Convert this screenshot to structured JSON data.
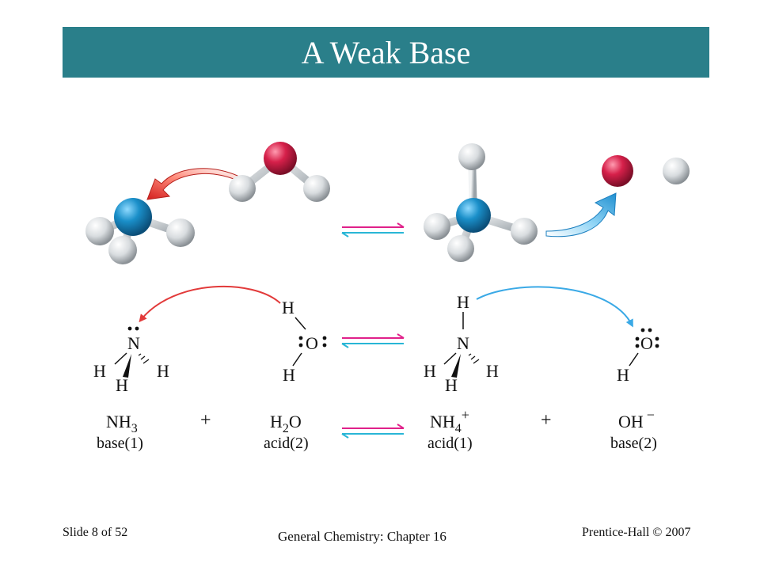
{
  "slide": {
    "title": "A Weak Base"
  },
  "lewis": {
    "N": "N",
    "O": "O",
    "H": "H"
  },
  "equation": {
    "reactant1": {
      "formula": "NH",
      "sub": "3",
      "sup": "",
      "label": "base(1)"
    },
    "reactant2": {
      "formula_pre": "H",
      "sub": "2",
      "formula_post": "O",
      "label": "acid(2)"
    },
    "product1": {
      "formula": "NH",
      "sub": "4",
      "sup": "+",
      "label": "acid(1)"
    },
    "product2": {
      "formula": "OH",
      "sup": "−",
      "label": "base(2)"
    },
    "plus": "+"
  },
  "colors": {
    "title_bar": "#2a7f8a",
    "nitrogen": "#1a8fc9",
    "oxygen": "#d6204a",
    "hydrogen": "#d8dcdf",
    "arrow_red": "#e23a3a",
    "arrow_blue": "#3aa9e6",
    "eq_arrow_top": "#e0218a",
    "eq_arrow_bottom": "#29b6d6"
  },
  "footer": {
    "slide": "Slide 8 of 52",
    "course": "General Chemistry: Chapter 16",
    "publisher": "Prentice-Hall © 2007"
  }
}
